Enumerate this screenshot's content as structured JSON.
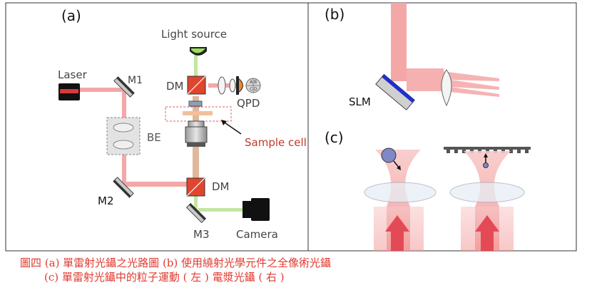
{
  "panels": {
    "a": {
      "label": "(a)",
      "light_source": "Light source",
      "laser": "Laser",
      "m1": "M1",
      "be": "BE",
      "m2": "M2",
      "dm_top": "DM",
      "dm_bottom": "DM",
      "qpd": "QPD",
      "qpd_segments": [
        "A",
        "B",
        "C",
        "D"
      ],
      "sample_cell": "Sample cell",
      "m3": "M3",
      "camera": "Camera"
    },
    "b": {
      "label": "(b)",
      "slm": "SLM"
    },
    "c": {
      "label": "(c)"
    }
  },
  "caption": {
    "line1": "圖四 (a) 單雷射光鑷之光路圖 (b) 使用繞射光學元件之全像術光鑷",
    "line2": "(c) 單雷射光鑷中的粒子運動 ( 左 ) 電漿光鑷 ( 右 )"
  },
  "colors": {
    "beam": "#f4a7a7",
    "green_beam": "#c3e6a0",
    "caption": "#e03a2f",
    "slm_blue": "#1f2fd0"
  }
}
